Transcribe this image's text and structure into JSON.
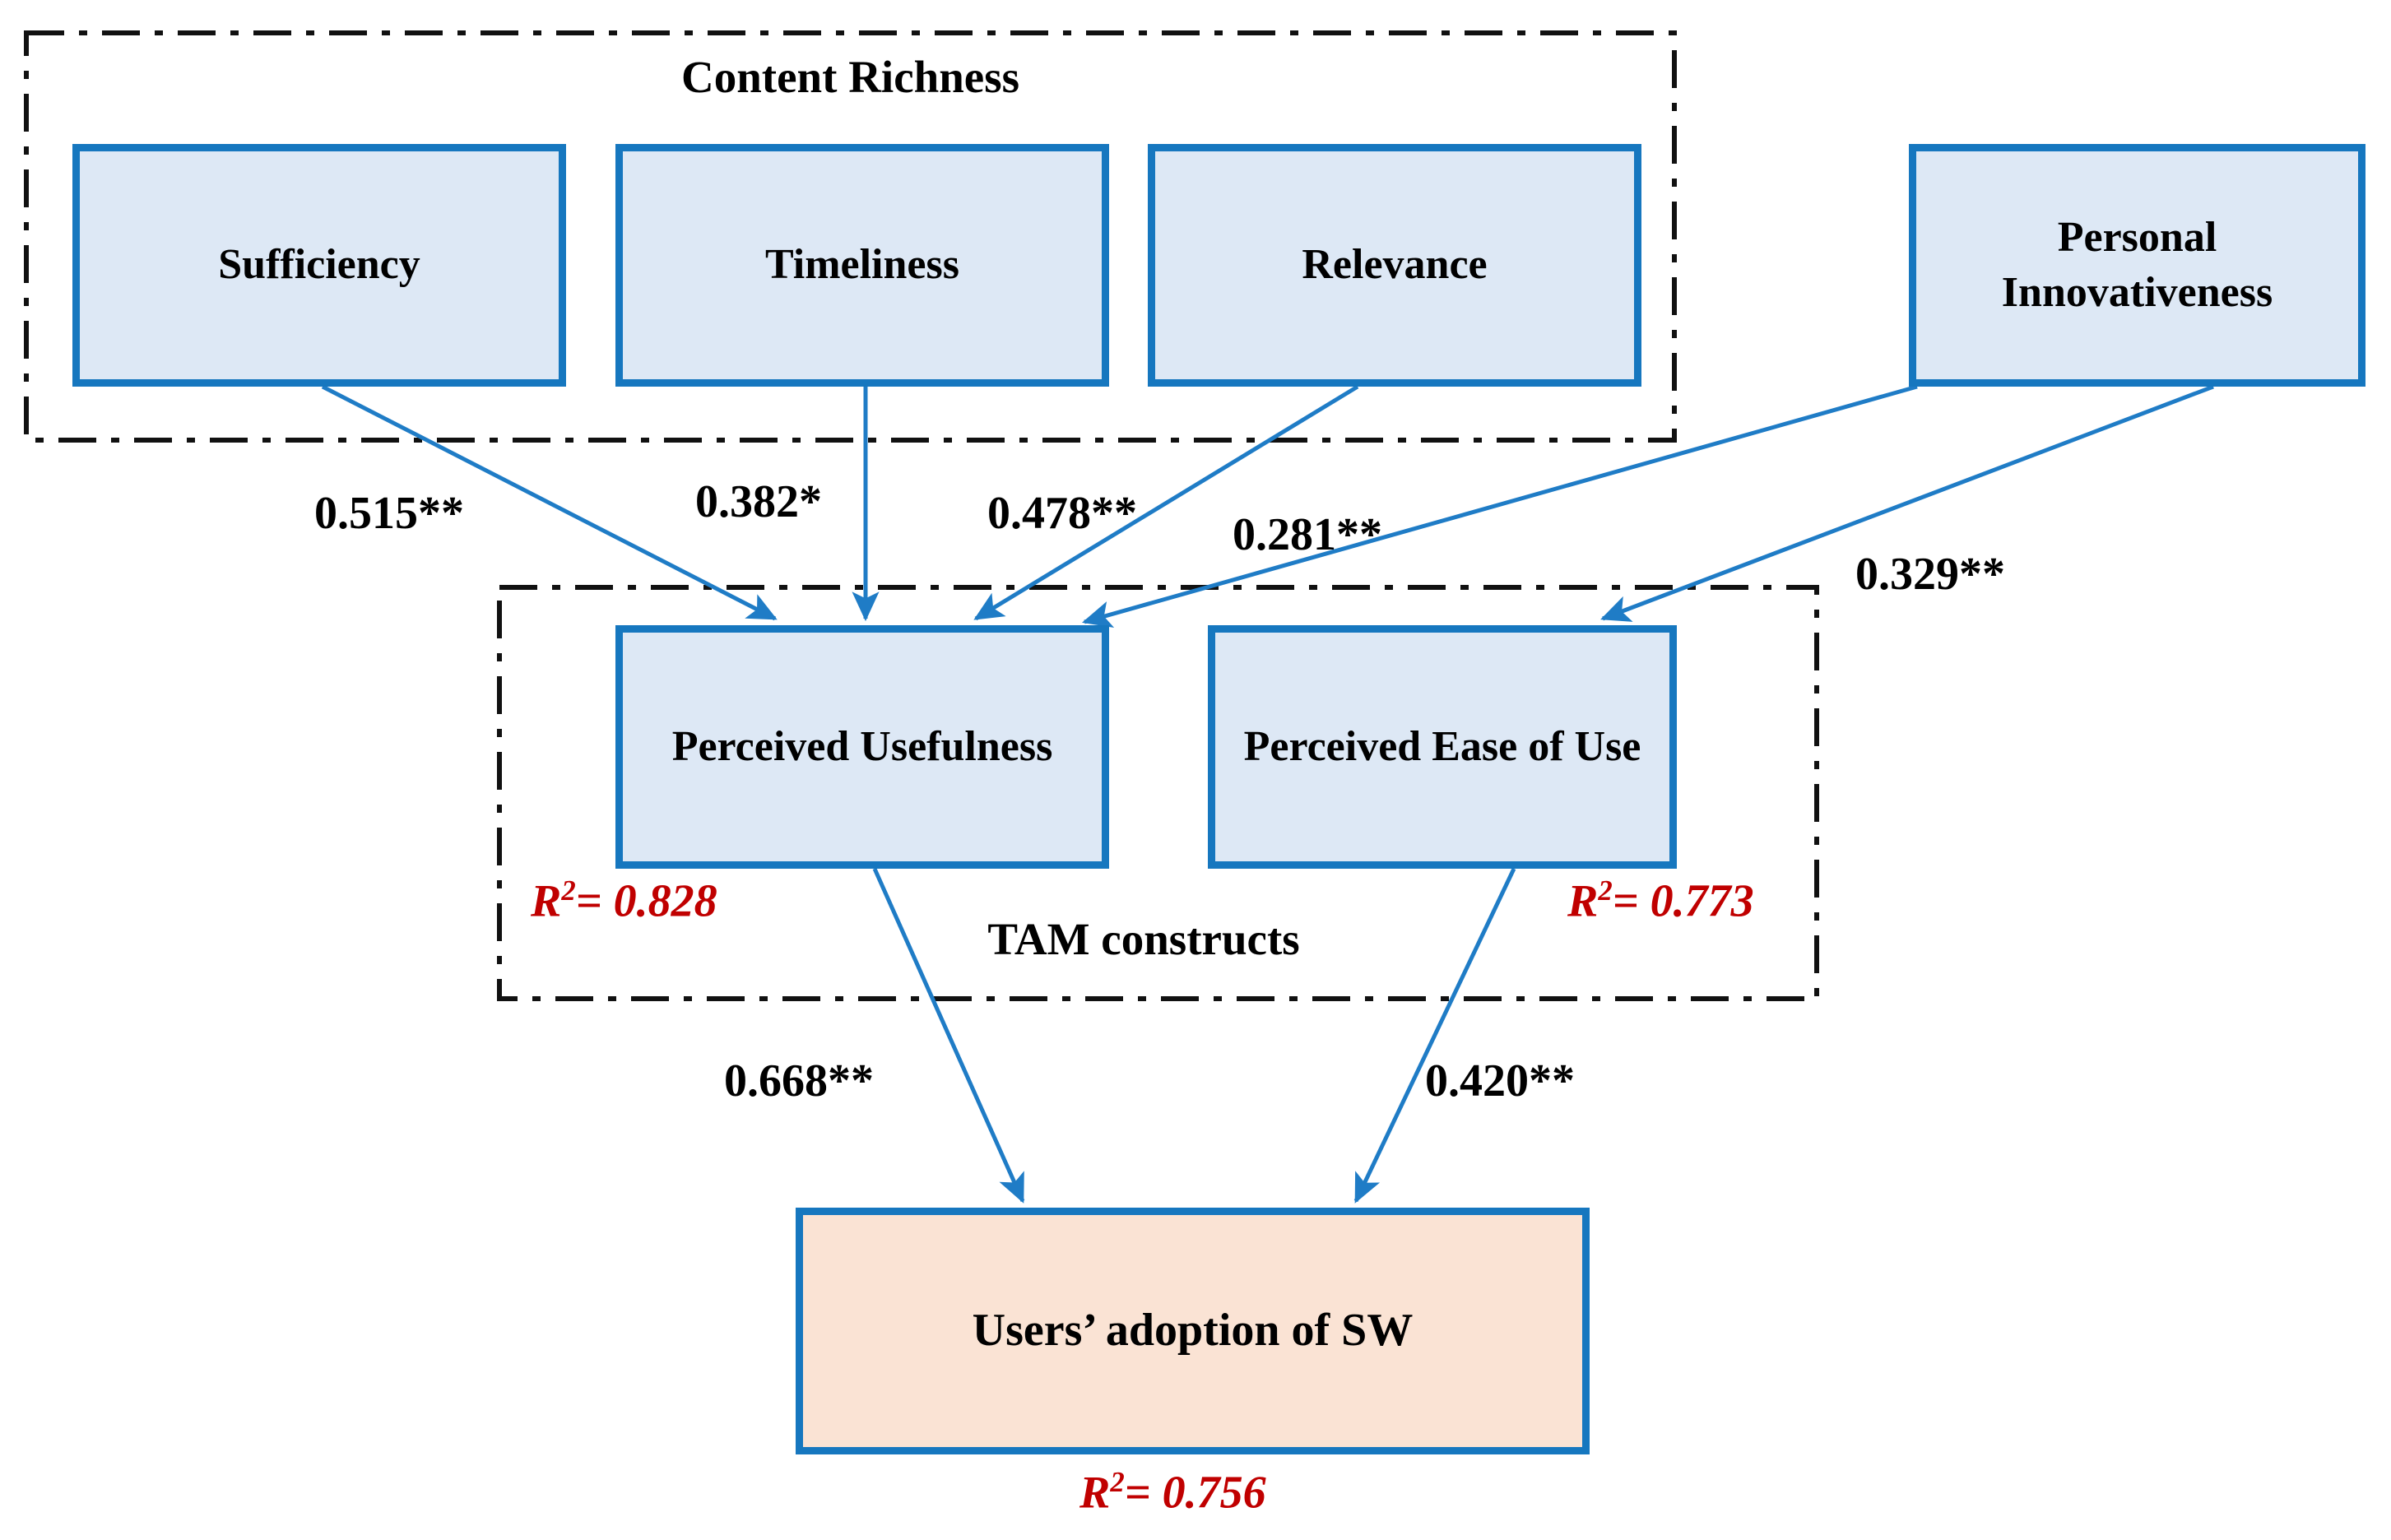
{
  "diagram": {
    "title": "Research model with path coefficients",
    "colors": {
      "box_border": "#1677BF",
      "box_fill": "#DDE8F5",
      "outcome_fill": "#FAE3D4",
      "arrow": "#1F7CC6",
      "rsquare_text": "#C00000",
      "frame": "#111111"
    }
  },
  "groups": {
    "content_richness": {
      "label": "Content Richness"
    },
    "tam": {
      "label": "TAM constructs"
    }
  },
  "nodes": {
    "sufficiency": {
      "label": "Sufficiency"
    },
    "timeliness": {
      "label": "Timeliness"
    },
    "relevance": {
      "label": "Relevance"
    },
    "personal_innovativeness": {
      "label": "Personal Innovativeness"
    },
    "perceived_usefulness": {
      "label": "Perceived Usefulness"
    },
    "perceived_ease_of_use": {
      "label": "Perceived Ease of Use"
    },
    "users_adoption": {
      "label": "Users’ adoption of SW"
    }
  },
  "paths": [
    {
      "id": "suf-pu",
      "from": "Sufficiency",
      "to": "Perceived Usefulness",
      "coefficient": 0.515,
      "significance": "**",
      "label": "0.515**"
    },
    {
      "id": "tim-pu",
      "from": "Timeliness",
      "to": "Perceived Usefulness",
      "coefficient": 0.382,
      "significance": "*",
      "label": "0.382*"
    },
    {
      "id": "rel-pu",
      "from": "Relevance",
      "to": "Perceived Usefulness",
      "coefficient": 0.478,
      "significance": "**",
      "label": "0.478**"
    },
    {
      "id": "pi-pu",
      "from": "Personal Innovativeness",
      "to": "Perceived Usefulness",
      "coefficient": 0.281,
      "significance": "**",
      "label": "0.281**"
    },
    {
      "id": "pi-peou",
      "from": "Personal Innovativeness",
      "to": "Perceived Ease of Use",
      "coefficient": 0.329,
      "significance": "**",
      "label": "0.329**"
    },
    {
      "id": "pu-ad",
      "from": "Perceived Usefulness",
      "to": "Users’ adoption of SW",
      "coefficient": 0.668,
      "significance": "**",
      "label": "0.668**"
    },
    {
      "id": "peou-ad",
      "from": "Perceived Ease of Use",
      "to": "Users’ adoption of SW",
      "coefficient": 0.42,
      "significance": "**",
      "label": "0.420**"
    }
  ],
  "r_squared": {
    "perceived_usefulness": {
      "prefix": "R",
      "exp": "2",
      "text": "= 0.828",
      "value": 0.828
    },
    "perceived_ease_of_use": {
      "prefix": "R",
      "exp": "2",
      "text": "= 0.773",
      "value": 0.773
    },
    "users_adoption": {
      "prefix": "R",
      "exp": "2",
      "text": "= 0.756",
      "value": 0.756
    }
  }
}
